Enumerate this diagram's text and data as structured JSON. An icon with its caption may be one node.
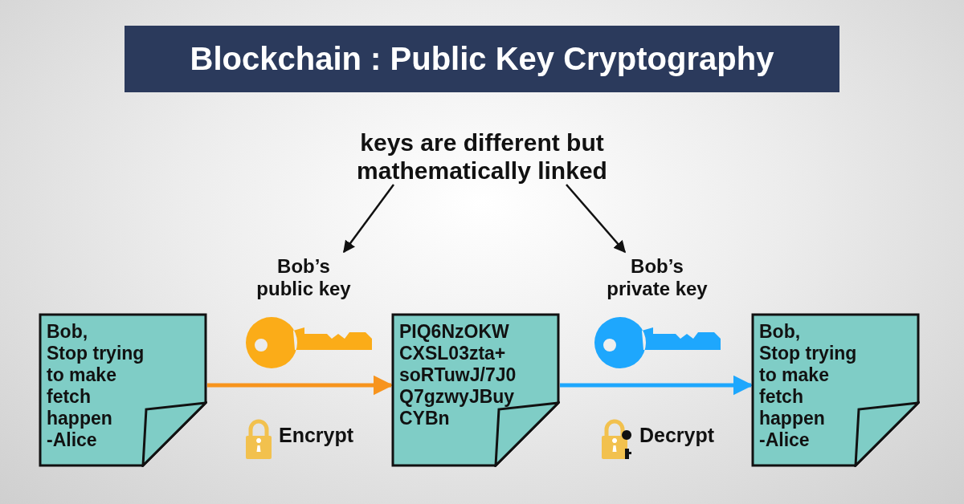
{
  "diagram": {
    "title": "Blockchain : Public Key Cryptography",
    "nodes": [
      {
        "text": [
          "keys are different but mathematically linked"
        ]
      },
      {
        "text": [
          "Bob’s public key"
        ]
      },
      {
        "text": [
          "Bob’s private key"
        ]
      },
      {
        "text": [
          "Bob,",
          "Stop trying to make fetch happen",
          "-Alice"
        ]
      },
      {
        "text": [
          "PIQ6NzOKW CXSL03zta+ soRTuwJ/7J0 Q7gzwyJBuy CYBn"
        ]
      },
      {
        "text": [
          "Bob,",
          "Stop trying to make fetch happen",
          "-Alice"
        ]
      }
    ],
    "edges": [
      {
        "from": 0,
        "to": 1,
        "arrow": "to"
      },
      {
        "from": 0,
        "to": 2,
        "arrow": "to"
      },
      {
        "from": 3,
        "to": 4,
        "arrow": "to",
        "style": "thick",
        "color": "#f7941d"
      },
      {
        "from": 4,
        "to": 5,
        "arrow": "to",
        "style": "thick",
        "color": "#1ea7fd"
      }
    ],
    "labels": [
      "Encrypt",
      "Decrypt"
    ]
  }
}
